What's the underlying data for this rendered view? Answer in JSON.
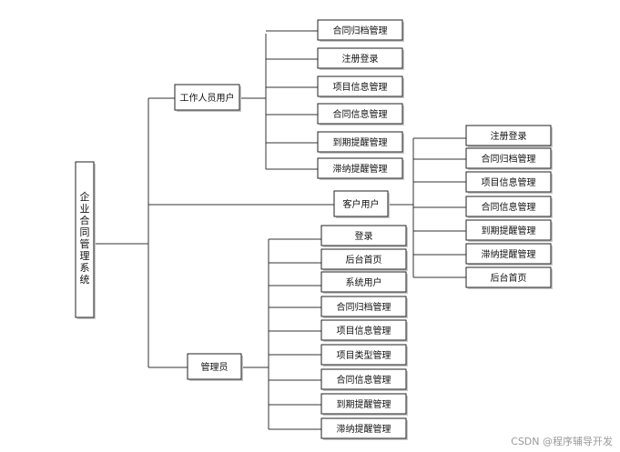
{
  "root": {
    "label": "企业合同管理系统"
  },
  "worker": {
    "label": "工作人员用户",
    "items": [
      "合同归档管理",
      "注册登录",
      "项目信息管理",
      "合同信息管理",
      "到期提醒管理",
      "滞纳提醒管理"
    ]
  },
  "customer": {
    "label": "客户用户",
    "items": [
      "注册登录",
      "合同归档管理",
      "项目信息管理",
      "合同信息管理",
      "到期提醒管理",
      "滞纳提醒管理",
      "后台首页"
    ]
  },
  "admin": {
    "label": "管理员",
    "items": [
      "登录",
      "后台首页",
      "系统用户",
      "合同归档管理",
      "项目信息管理",
      "项目类型管理",
      "合同信息管理",
      "到期提醒管理",
      "滞纳提醒管理"
    ]
  },
  "watermark": "CSDN @程序辅导开发"
}
